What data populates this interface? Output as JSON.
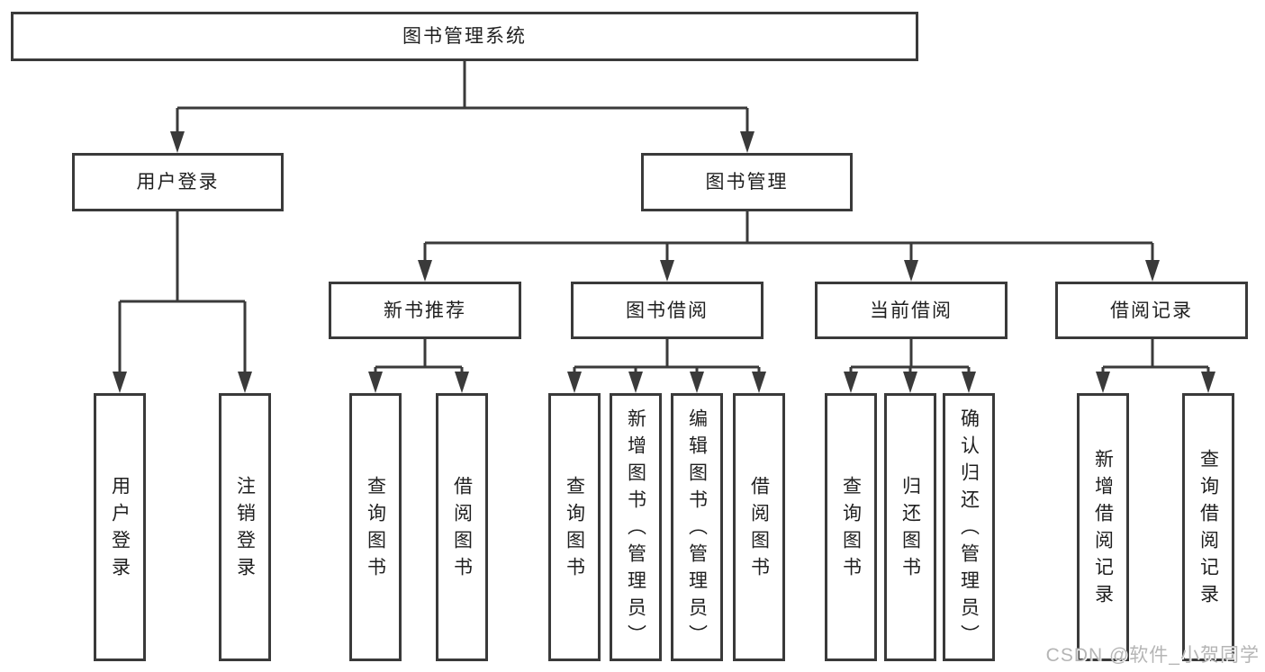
{
  "colors": {
    "line": "#3a3a3a",
    "text": "#1f1f1f",
    "background": "#ffffff",
    "watermark_text": "#b5b5b5"
  },
  "watermark": "CSDN @软件_小贺同学",
  "tree": {
    "root": {
      "label": "图书管理系统"
    },
    "branches": [
      {
        "label": "用户登录",
        "children": [
          {
            "label": "用户登录"
          },
          {
            "label": "注销登录"
          }
        ]
      },
      {
        "label": "图书管理",
        "groups": [
          {
            "label": "新书推荐",
            "children": [
              {
                "label": "查询图书"
              },
              {
                "label": "借阅图书"
              }
            ]
          },
          {
            "label": "图书借阅",
            "children": [
              {
                "label": "查询图书"
              },
              {
                "label": "新增图书（管理员）"
              },
              {
                "label": "编辑图书（管理员）"
              },
              {
                "label": "借阅图书"
              }
            ]
          },
          {
            "label": "当前借阅",
            "children": [
              {
                "label": "查询图书"
              },
              {
                "label": "归还图书"
              },
              {
                "label": "确认归还（管理员）"
              }
            ]
          },
          {
            "label": "借阅记录",
            "children": [
              {
                "label": "新增借阅记录"
              },
              {
                "label": "查询借阅记录"
              }
            ]
          }
        ]
      }
    ]
  }
}
